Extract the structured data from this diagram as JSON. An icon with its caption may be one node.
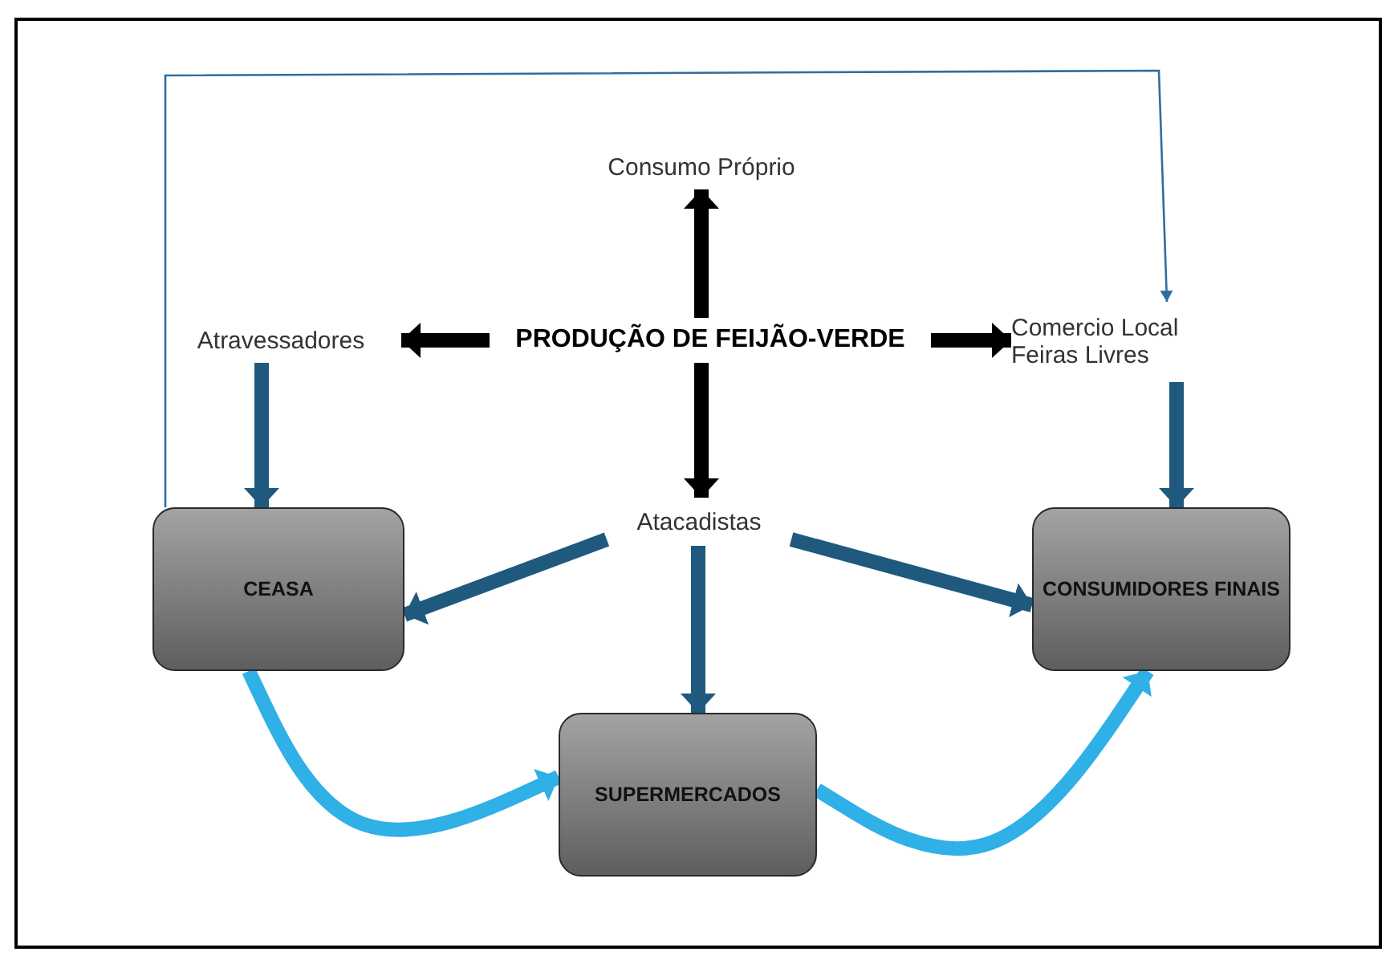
{
  "diagram": {
    "nodes": [
      {
        "text": [
          "PRODUÇÃO DE FEIJÃO-VERDE"
        ]
      },
      {
        "text": [
          "Consumo Próprio"
        ]
      },
      {
        "text": [
          "Atravessadores"
        ]
      },
      {
        "text": [
          "Comercio Local",
          "Feiras Livres"
        ]
      },
      {
        "text": [
          "Atacadistas"
        ]
      },
      {
        "text": [
          "CEASA"
        ]
      },
      {
        "text": [
          "CONSUMIDORES FINAIS"
        ]
      },
      {
        "text": [
          "SUPERMERCADOS"
        ]
      }
    ],
    "edges": [
      {
        "from": 0,
        "to": 1,
        "arrow": "to",
        "color": "#000000"
      },
      {
        "from": 0,
        "to": 2,
        "arrow": "to",
        "color": "#000000"
      },
      {
        "from": 0,
        "to": 3,
        "arrow": "to",
        "color": "#000000"
      },
      {
        "from": 0,
        "to": 4,
        "arrow": "to",
        "color": "#000000"
      },
      {
        "from": 2,
        "to": 5,
        "arrow": "to"
      },
      {
        "from": 3,
        "to": 6,
        "arrow": "to"
      },
      {
        "from": 4,
        "to": 5,
        "arrow": "to"
      },
      {
        "from": 4,
        "to": 7,
        "arrow": "to"
      },
      {
        "from": 4,
        "to": 6,
        "arrow": "to"
      },
      {
        "from": 5,
        "to": 7,
        "arrow": "to",
        "color": "#2fb0e6"
      },
      {
        "from": 7,
        "to": 6,
        "arrow": "to",
        "color": "#2fb0e6"
      },
      {
        "from": 5,
        "to": 3,
        "arrow": "to",
        "color": "#2e6da4"
      }
    ]
  }
}
